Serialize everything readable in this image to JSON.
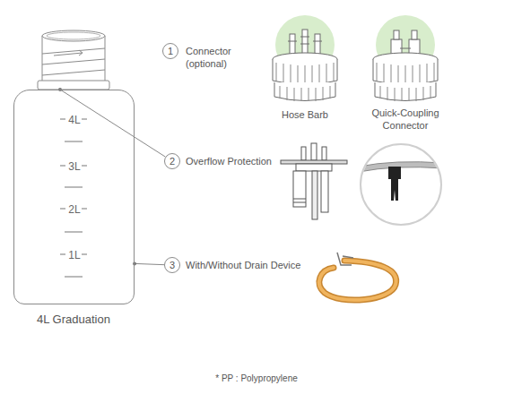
{
  "diagram": {
    "nodes": [
      {
        "text": [
          "4L",
          "3L",
          "2L",
          "1L"
        ]
      },
      {
        "text": [
          "1"
        ]
      },
      {
        "text": [
          "2"
        ]
      },
      {
        "text": [
          "3"
        ]
      }
    ],
    "edges": [
      {
        "from": 2,
        "to": 0,
        "arrow": "none"
      },
      {
        "from": 3,
        "to": 0,
        "arrow": "none"
      }
    ],
    "labels": [
      "Connector (optional)",
      "Hose Barb",
      "Quick-Coupling Connector",
      "Overflow Protection",
      "With/Without Drain Device",
      "4L Graduation",
      "* PP : Polypropylene"
    ]
  }
}
